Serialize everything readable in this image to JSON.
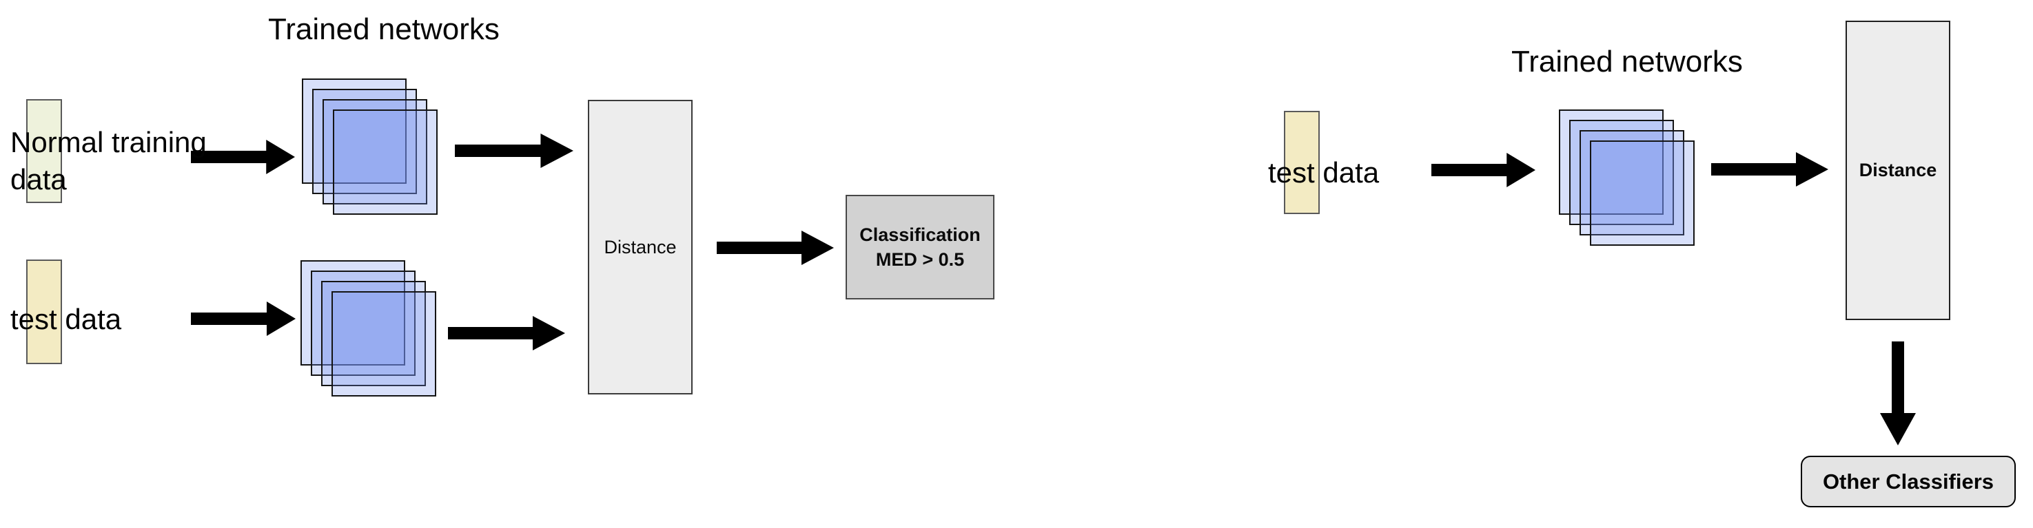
{
  "diagram": {
    "background": "#ffffff",
    "colors": {
      "arrow": "#000000",
      "network_fill": "rgba(110,140,235,0.27)",
      "network_border": "#141414",
      "training_swatch": "#eef2dc",
      "test_swatch": "#f3ebc3",
      "distance_fill": "#ededed",
      "classification_fill": "#d2d2d2",
      "other_classifiers_fill": "#e4e4e4"
    },
    "left_panel": {
      "title": "Trained networks",
      "inputs": [
        {
          "label": "Normal training data",
          "swatch_color": "#eef2dc"
        },
        {
          "label": "test data",
          "swatch_color": "#f3ebc3"
        }
      ],
      "networks": {
        "count": 4
      },
      "distance_label": "Distance",
      "classification": {
        "line1": "Classification",
        "line2": "MED > 0.5"
      }
    },
    "right_panel": {
      "title": "Trained networks",
      "input": {
        "label": "test data",
        "swatch_color": "#f3ebc3"
      },
      "networks": {
        "count": 4
      },
      "distance_label": "Distance",
      "other_classifiers_label": "Other Classifiers"
    }
  }
}
